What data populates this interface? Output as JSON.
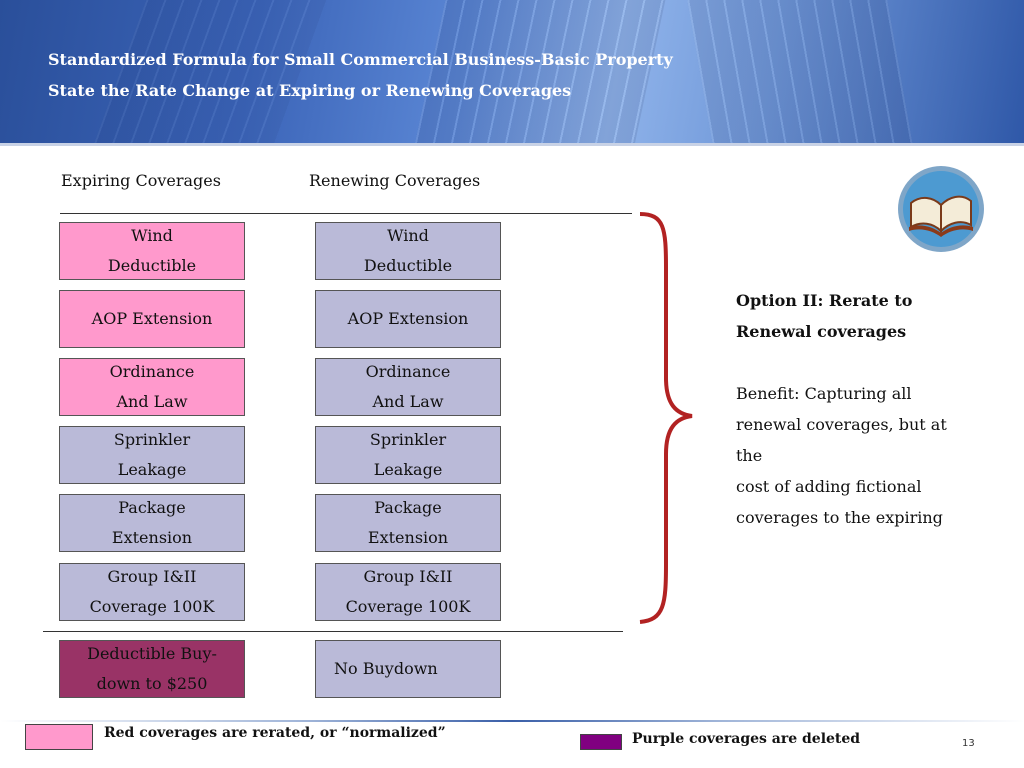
{
  "header": {
    "title_line1": "Standardized Formula for Small Commercial Business-Basic Property",
    "title_line2": "State the Rate Change at Expiring or Renewing Coverages"
  },
  "columns": {
    "expiring_label": "Expiring Coverages",
    "renewing_label": "Renewing Coverages"
  },
  "expiring": [
    {
      "line1": "Wind",
      "line2": "Deductible"
    },
    {
      "line1": "AOP Extension",
      "line2": ""
    },
    {
      "line1": "Ordinance",
      "line2": "And Law"
    },
    {
      "line1": "Sprinkler",
      "line2": "Leakage"
    },
    {
      "line1": "Package",
      "line2": "Extension"
    },
    {
      "line1": "Group I&II",
      "line2": "Coverage 100K"
    },
    {
      "line1": "Deductible Buy-",
      "line2": "down to $250"
    }
  ],
  "renewing": [
    {
      "line1": "Wind",
      "line2": "Deductible"
    },
    {
      "line1": "AOP Extension",
      "line2": ""
    },
    {
      "line1": "Ordinance",
      "line2": "And Law"
    },
    {
      "line1": "Sprinkler",
      "line2": "Leakage"
    },
    {
      "line1": "Package",
      "line2": "Extension"
    },
    {
      "line1": "Group I&II",
      "line2": "Coverage 100K"
    },
    {
      "line1": "No Buydown",
      "line2": ""
    }
  ],
  "side_note": {
    "option_line1": "Option II: Rerate to",
    "option_line2": "Renewal coverages",
    "benefit_line1": "Benefit: Capturing all",
    "benefit_line2": "renewal coverages, but at the",
    "benefit_line3": "cost of adding fictional",
    "benefit_line4": "coverages to the expiring"
  },
  "legend": {
    "red_text": "Red coverages are rerated, or “normalized”",
    "purple_text": "Purple coverages are deleted"
  },
  "icons": {
    "book": "open-book-icon",
    "brace": "right-curly-brace"
  },
  "colors": {
    "pink": "#ff99cc",
    "lavender": "#babad8",
    "plum": "#993366",
    "purple_swatch": "#800080",
    "brace": "#b22222"
  },
  "page_number": "13"
}
